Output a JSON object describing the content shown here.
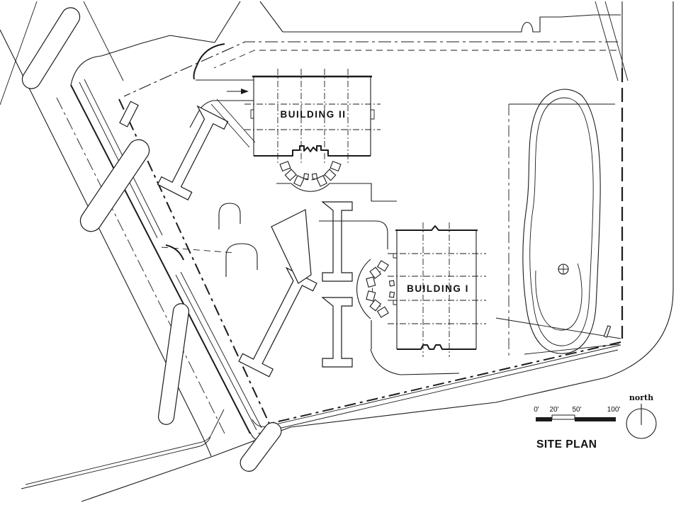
{
  "drawing": {
    "title": "SITE PLAN",
    "buildings": [
      {
        "id": "building-ii",
        "label": "BUILDING  II"
      },
      {
        "id": "building-i",
        "label": "BUILDING  I"
      }
    ],
    "north_arrow": {
      "label": "north"
    },
    "scale_bar": {
      "ticks": [
        "0'",
        "20'",
        "50'",
        "100'"
      ]
    },
    "symbols": {
      "survey_marker": "crossed-circle",
      "one_way_arrow": "right-arrow"
    },
    "colors": {
      "line": "#1b1b1b",
      "background": "#ffffff"
    }
  }
}
